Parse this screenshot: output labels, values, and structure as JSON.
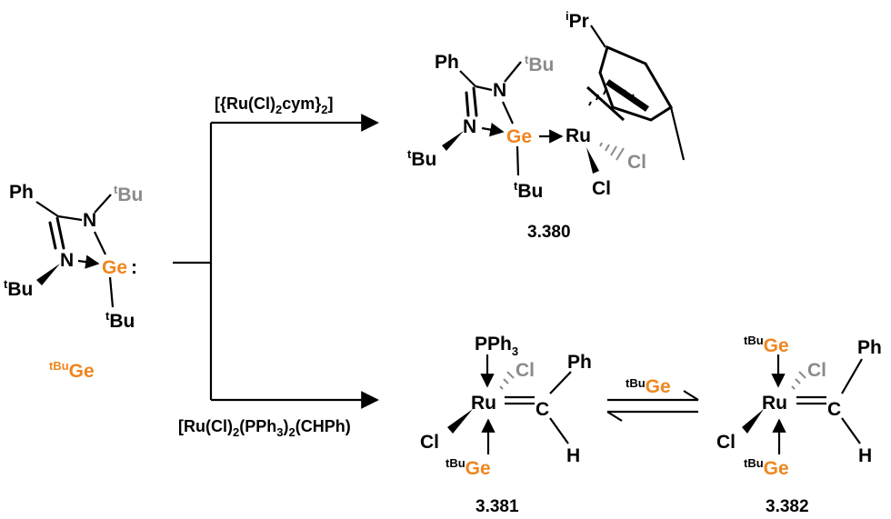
{
  "colors": {
    "ligand_highlight": "#f0861f",
    "secondary": "#8a8a8a",
    "bond": "#000000"
  },
  "start": {
    "ph": "Ph",
    "tbu_sup": "t",
    "tbu": "Bu",
    "n": "N",
    "ge": "Ge",
    "colon": ":",
    "abbrev_sup": "tBu",
    "abbrev_ge": "Ge"
  },
  "reagents": {
    "top": {
      "a": "[{Ru(Cl)",
      "sub1": "2",
      "b": "cym}",
      "sub2": "2",
      "c": "]"
    },
    "bottom": {
      "a": "[Ru(Cl)",
      "sub1": "2",
      "b": "(PPh",
      "sub2": "3",
      "c": ")",
      "sub3": "2",
      "d": "(CHPh)"
    }
  },
  "product_380": {
    "ph": "Ph",
    "n": "N",
    "ge": "Ge",
    "ru": "Ru",
    "cl": "Cl",
    "ipr_sup": "i",
    "ipr": "Pr",
    "tbu_sup": "t",
    "tbu": "Bu",
    "id": "3.380"
  },
  "product_381": {
    "pph": "PPh",
    "pph_sub": "3",
    "cl": "Cl",
    "ru": "Ru",
    "c": "C",
    "ph": "Ph",
    "h": "H",
    "tbu_ge_sup": "tBu",
    "ge": "Ge",
    "id": "3.381"
  },
  "equilibrium": {
    "sup": "tBu",
    "ge": "Ge"
  },
  "product_382": {
    "cl": "Cl",
    "ru": "Ru",
    "c": "C",
    "ph": "Ph",
    "h": "H",
    "tbu_ge_sup": "tBu",
    "ge": "Ge",
    "id": "3.382"
  }
}
